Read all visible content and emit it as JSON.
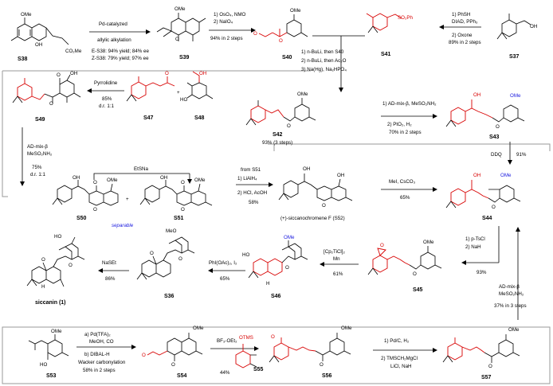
{
  "compounds": {
    "s38": "S38",
    "s39": "S39",
    "s40": "S40",
    "s41": "S41",
    "s37": "S37",
    "s49": "S49",
    "s47": "S47",
    "s48": "S48",
    "s42": "S42",
    "s43": "S43",
    "s50": "S50",
    "s51": "S51",
    "s52": "(+)-siccanochromene F (S52)",
    "s44": "S44",
    "s46": "S46",
    "s45": "S45",
    "s36": "S36",
    "siccanin": "siccanin (1)",
    "s53": "S53",
    "s54": "S54",
    "s55": "S55",
    "s56": "S56",
    "s57": "S57"
  },
  "conditions": {
    "c1a": "Pd-catalyzed",
    "c1b": "allylic alkylation",
    "c1c": "E-S38: 94% yield; 84% ee",
    "c1d": "Z-S38: 79% yield; 97% ee",
    "c2a": "1) OsO₄, NMO",
    "c2b": "2) NaIO₄",
    "c2c": "94% in 2 steps",
    "c3a": "1) PhSH",
    "c3b": "DIAD, PPh₃",
    "c3c": "2) Oxone",
    "c3d": "89% in 2 steps",
    "c4a": "1) n-BuLi, then S40",
    "c4b": "2) n-BuLi, then Ac₂O",
    "c4c": "3) Na(Hg), Na₂HPO₄",
    "c5a": "Pyrrolidine",
    "c5b": "85%",
    "c5c": "d.r. 1:1",
    "c6a": "1) AD-mix-β, MeSO₂NH₂",
    "c6b": "2) PtO₂, H₂",
    "c6c": "70% in 2 steps",
    "c7": "93% (3 steps)",
    "c8a": "AD-mix-β",
    "c8b": "MeSO₂NH₂",
    "c8c": "75%",
    "c8d": "d.r. 1:1",
    "c9": "EtSNa",
    "c10": "separable",
    "c11a": "from S51",
    "c11b": "1) LiAlH₄",
    "c11c": "2) HCl, AcOH",
    "c11d": "58%",
    "c12a": "MeI, CsCO₃",
    "c12b": "65%",
    "c13a": "DDQ",
    "c13b": "91%",
    "c14a": "NaSEt",
    "c14b": "86%",
    "c15a": "PhI(OAc)₂, I₂",
    "c15b": "65%",
    "c16a": "[Cp₂TiCl]₂",
    "c16b": "Mn",
    "c16c": "61%",
    "c17a": "1) p-TsCl",
    "c17b": "2) NaH",
    "c17c": "93%",
    "c18a": "AD-mix-β",
    "c18b": "MeSO₂NH₂",
    "c18c": "37% in 3 steps",
    "c19a": "a) Pd(TFA)₂",
    "c19b": "MeOH, CO",
    "c19c": "b) DIBAL-H",
    "c19d": "Wacker carbonylation",
    "c19e": "58% in 2 steps",
    "c20a": "BF₃-OEt₂",
    "c20b": "44%",
    "c21a": "1) Pd/C, H₂",
    "c21b": "2) TMSCH₂MgCl",
    "c21c": "LiCl, NaH"
  },
  "atoms": {
    "ome": "OMe",
    "oh": "OH",
    "o": "O",
    "meo": "MeO",
    "h": "H",
    "co2me": "CO₂Me",
    "so2ph": "SO₂Ph",
    "otms": "OTMS",
    "ho": "HO"
  },
  "colors": {
    "scheme_red": "#d80000",
    "scheme_blue": "#1a1adf",
    "frame_gray": "#9a9a9a"
  }
}
